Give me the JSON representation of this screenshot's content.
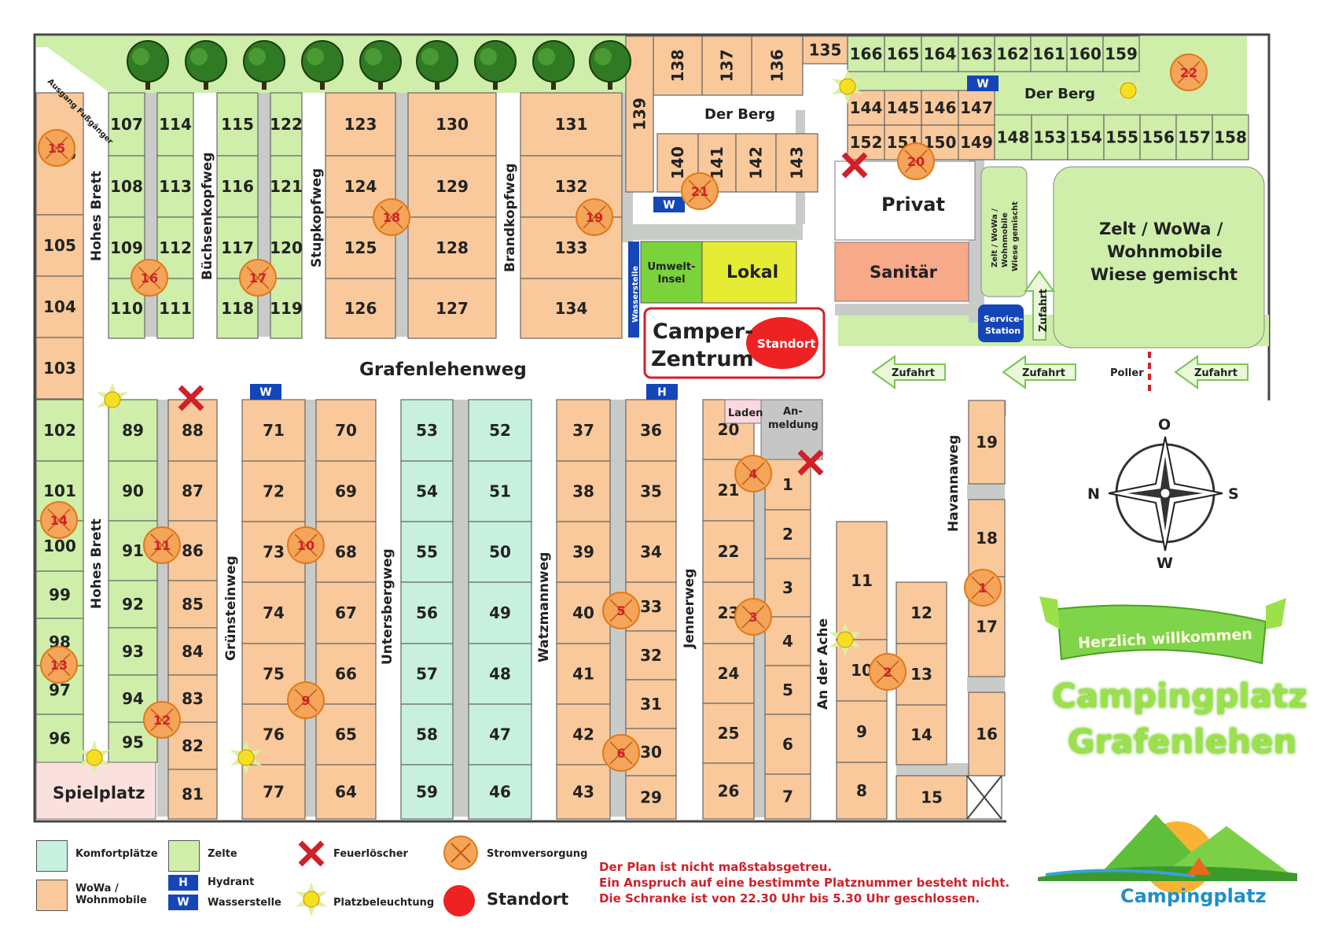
{
  "colors": {
    "tent": "#cfeeaa",
    "wowa": "#f9c99b",
    "comfort": "#c7f0df",
    "road": "#c9cbc9",
    "border": "#444",
    "umwelt": "#7bd33b",
    "lokal": "#e6ec33",
    "sanitaer": "#f7a98a",
    "anmeldung": "#c6c6c6",
    "laden": "#f9d8e0",
    "spielplatz": "#fbe1de",
    "power": "#f4a55a",
    "standort": "#ee2222",
    "blue": "#1546b8",
    "title": "#9be24a",
    "note": "#d0202a"
  },
  "streets": {
    "hohes_brett_top": "Hohes Brett",
    "buechsenkopfweg": "Büchsenkopfweg",
    "stupkopfweg": "Stupkopfweg",
    "brandkopfweg": "Brandkopfweg",
    "grafenlehenweg": "Grafenlehenweg",
    "hohes_brett_bottom": "Hohes Brett",
    "gruensteinweg": "Grünsteinweg",
    "untersbergweg": "Untersbergweg",
    "watzmannweg": "Watzmannweg",
    "jennerweg": "Jennerweg",
    "an_der_ache": "An der Ache",
    "havannaweg": "Havannaweg",
    "der_berg_1": "Der Berg",
    "der_berg_2": "Der Berg",
    "zufahrt_v": "Zufahrt"
  },
  "labels": {
    "ausgang": "Ausgang Fußgänger",
    "privat": "Privat",
    "sanitaer": "Sanitär",
    "lokal": "Lokal",
    "umwelt": "Umwelt-\nInsel",
    "wasserstelle": "Wasserstelle",
    "camper_1": "Camper-",
    "camper_2": "Zentrum",
    "standort": "Standort",
    "laden": "Laden",
    "anmeldung_1": "An-",
    "anmeldung_2": "meldung",
    "spielplatz": "Spielplatz",
    "zelt_big_1": "Zelt / WoWa /",
    "zelt_big_2": "Wohnmobile",
    "zelt_big_3": "Wiese gemischt",
    "zelt_small_1": "Zelt / WoWa /",
    "zelt_small_2": "Wohnmobile",
    "zelt_small_3": "Wiese gemischt",
    "service_1": "Service-",
    "service_2": "Station",
    "zufahrt": "Zufahrt",
    "poller": "Poller"
  },
  "compass": {
    "n": "N",
    "o": "O",
    "s": "S",
    "w": "W"
  },
  "welcome": {
    "banner": "Herzlich willkommen",
    "title_1": "Campingplatz",
    "title_2": "Grafenlehen",
    "logo_text": "Campingplatz"
  },
  "legend": {
    "komfort": "Komfortplätze",
    "zelte": "Zelte",
    "feuer": "Feuerlöscher",
    "strom": "Stromversorgung",
    "wowa": "WoWa /\nWohnmobile",
    "hydrant": "Hydrant",
    "wasser": "Wasserstelle",
    "licht": "Platzbeleuchtung",
    "standort": "Standort",
    "h": "H",
    "w": "W"
  },
  "notes": [
    "Der Plan ist nicht maßstabsgetreu.",
    "Ein Anspruch auf eine bestimmte Platznummer besteht nicht.",
    "Die Schranke ist von 22.30 Uhr bis 5.30 Uhr geschlossen."
  ],
  "plots": [
    {
      "n": "166",
      "t": "t"
    },
    {
      "n": "165",
      "t": "t"
    },
    {
      "n": "164",
      "t": "t"
    },
    {
      "n": "163",
      "t": "t"
    },
    {
      "n": "162",
      "t": "t"
    },
    {
      "n": "161",
      "t": "t"
    },
    {
      "n": "160",
      "t": "t"
    },
    {
      "n": "159",
      "t": "t"
    },
    {
      "n": "135",
      "t": "w"
    },
    {
      "n": "136",
      "t": "w"
    },
    {
      "n": "137",
      "t": "w"
    },
    {
      "n": "138",
      "t": "w"
    },
    {
      "n": "139",
      "t": "w"
    },
    {
      "n": "140",
      "t": "w"
    },
    {
      "n": "141",
      "t": "w"
    },
    {
      "n": "142",
      "t": "w"
    },
    {
      "n": "143",
      "t": "w"
    },
    {
      "n": "144",
      "t": "w"
    },
    {
      "n": "145",
      "t": "w"
    },
    {
      "n": "146",
      "t": "w"
    },
    {
      "n": "147",
      "t": "w"
    },
    {
      "n": "152",
      "t": "w"
    },
    {
      "n": "151",
      "t": "w"
    },
    {
      "n": "150",
      "t": "w"
    },
    {
      "n": "149",
      "t": "w"
    },
    {
      "n": "148",
      "t": "t"
    },
    {
      "n": "153",
      "t": "t"
    },
    {
      "n": "154",
      "t": "t"
    },
    {
      "n": "155",
      "t": "t"
    },
    {
      "n": "156",
      "t": "t"
    },
    {
      "n": "157",
      "t": "t"
    },
    {
      "n": "158",
      "t": "t"
    },
    {
      "n": "106",
      "t": "w"
    },
    {
      "n": "105",
      "t": "w"
    },
    {
      "n": "104",
      "t": "w"
    },
    {
      "n": "103",
      "t": "w"
    },
    {
      "n": "107",
      "t": "t"
    },
    {
      "n": "108",
      "t": "t"
    },
    {
      "n": "109",
      "t": "t"
    },
    {
      "n": "110",
      "t": "t"
    },
    {
      "n": "114",
      "t": "t"
    },
    {
      "n": "113",
      "t": "t"
    },
    {
      "n": "112",
      "t": "t"
    },
    {
      "n": "111",
      "t": "t"
    },
    {
      "n": "115",
      "t": "t"
    },
    {
      "n": "116",
      "t": "t"
    },
    {
      "n": "117",
      "t": "t"
    },
    {
      "n": "118",
      "t": "t"
    },
    {
      "n": "122",
      "t": "t"
    },
    {
      "n": "121",
      "t": "t"
    },
    {
      "n": "120",
      "t": "t"
    },
    {
      "n": "119",
      "t": "t"
    },
    {
      "n": "123",
      "t": "w"
    },
    {
      "n": "124",
      "t": "w"
    },
    {
      "n": "125",
      "t": "w"
    },
    {
      "n": "126",
      "t": "w"
    },
    {
      "n": "130",
      "t": "w"
    },
    {
      "n": "129",
      "t": "w"
    },
    {
      "n": "128",
      "t": "w"
    },
    {
      "n": "127",
      "t": "w"
    },
    {
      "n": "131",
      "t": "w"
    },
    {
      "n": "132",
      "t": "w"
    },
    {
      "n": "133",
      "t": "w"
    },
    {
      "n": "134",
      "t": "w"
    },
    {
      "n": "102",
      "t": "t"
    },
    {
      "n": "101",
      "t": "t"
    },
    {
      "n": "100",
      "t": "t"
    },
    {
      "n": "99",
      "t": "t"
    },
    {
      "n": "98",
      "t": "t"
    },
    {
      "n": "97",
      "t": "t"
    },
    {
      "n": "96",
      "t": "t"
    },
    {
      "n": "89",
      "t": "t"
    },
    {
      "n": "90",
      "t": "t"
    },
    {
      "n": "91",
      "t": "t"
    },
    {
      "n": "92",
      "t": "t"
    },
    {
      "n": "93",
      "t": "t"
    },
    {
      "n": "94",
      "t": "t"
    },
    {
      "n": "95",
      "t": "t"
    },
    {
      "n": "88",
      "t": "w"
    },
    {
      "n": "87",
      "t": "w"
    },
    {
      "n": "86",
      "t": "w"
    },
    {
      "n": "85",
      "t": "w"
    },
    {
      "n": "84",
      "t": "w"
    },
    {
      "n": "83",
      "t": "w"
    },
    {
      "n": "82",
      "t": "w"
    },
    {
      "n": "81",
      "t": "w"
    },
    {
      "n": "71",
      "t": "w"
    },
    {
      "n": "72",
      "t": "w"
    },
    {
      "n": "73",
      "t": "w"
    },
    {
      "n": "74",
      "t": "w"
    },
    {
      "n": "75",
      "t": "w"
    },
    {
      "n": "76",
      "t": "w"
    },
    {
      "n": "77",
      "t": "w"
    },
    {
      "n": "70",
      "t": "w"
    },
    {
      "n": "69",
      "t": "w"
    },
    {
      "n": "68",
      "t": "w"
    },
    {
      "n": "67",
      "t": "w"
    },
    {
      "n": "66",
      "t": "w"
    },
    {
      "n": "65",
      "t": "w"
    },
    {
      "n": "64",
      "t": "w"
    },
    {
      "n": "53",
      "t": "c"
    },
    {
      "n": "54",
      "t": "c"
    },
    {
      "n": "55",
      "t": "c"
    },
    {
      "n": "56",
      "t": "c"
    },
    {
      "n": "57",
      "t": "c"
    },
    {
      "n": "58",
      "t": "c"
    },
    {
      "n": "59",
      "t": "c"
    },
    {
      "n": "52",
      "t": "c"
    },
    {
      "n": "51",
      "t": "c"
    },
    {
      "n": "50",
      "t": "c"
    },
    {
      "n": "49",
      "t": "c"
    },
    {
      "n": "48",
      "t": "c"
    },
    {
      "n": "47",
      "t": "c"
    },
    {
      "n": "46",
      "t": "c"
    },
    {
      "n": "37",
      "t": "w"
    },
    {
      "n": "38",
      "t": "w"
    },
    {
      "n": "39",
      "t": "w"
    },
    {
      "n": "40",
      "t": "w"
    },
    {
      "n": "41",
      "t": "w"
    },
    {
      "n": "42",
      "t": "w"
    },
    {
      "n": "43",
      "t": "w"
    },
    {
      "n": "36",
      "t": "w"
    },
    {
      "n": "35",
      "t": "w"
    },
    {
      "n": "34",
      "t": "w"
    },
    {
      "n": "33",
      "t": "w"
    },
    {
      "n": "32",
      "t": "w"
    },
    {
      "n": "31",
      "t": "w"
    },
    {
      "n": "30",
      "t": "w"
    },
    {
      "n": "29",
      "t": "w"
    },
    {
      "n": "20",
      "t": "w"
    },
    {
      "n": "21",
      "t": "w"
    },
    {
      "n": "22",
      "t": "w"
    },
    {
      "n": "23",
      "t": "w"
    },
    {
      "n": "24",
      "t": "w"
    },
    {
      "n": "25",
      "t": "w"
    },
    {
      "n": "26",
      "t": "w"
    },
    {
      "n": "1",
      "t": "w"
    },
    {
      "n": "2",
      "t": "w"
    },
    {
      "n": "3",
      "t": "w"
    },
    {
      "n": "4",
      "t": "w"
    },
    {
      "n": "5",
      "t": "w"
    },
    {
      "n": "6",
      "t": "w"
    },
    {
      "n": "7",
      "t": "w"
    },
    {
      "n": "11",
      "t": "w"
    },
    {
      "n": "10",
      "t": "w"
    },
    {
      "n": "9",
      "t": "w"
    },
    {
      "n": "8",
      "t": "w"
    },
    {
      "n": "12",
      "t": "w"
    },
    {
      "n": "13",
      "t": "w"
    },
    {
      "n": "14",
      "t": "w"
    },
    {
      "n": "15",
      "t": "w"
    },
    {
      "n": "19",
      "t": "w"
    },
    {
      "n": "18",
      "t": "w"
    },
    {
      "n": "17",
      "t": "w"
    },
    {
      "n": "16",
      "t": "w"
    }
  ],
  "power": [
    "1",
    "2",
    "3",
    "4",
    "5",
    "6",
    "9",
    "10",
    "11",
    "12",
    "13",
    "14",
    "15",
    "16",
    "17",
    "18",
    "19",
    "20",
    "21",
    "22"
  ]
}
